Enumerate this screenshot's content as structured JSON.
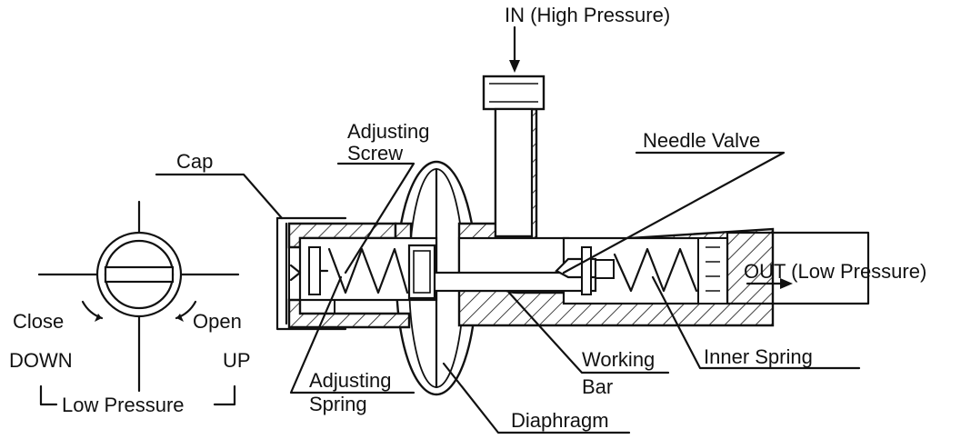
{
  "labels": {
    "inlet": "IN (High Pressure)",
    "outlet": "OUT (Low Pressure)",
    "cap": "Cap",
    "adjusting_screw_line1": "Adjusting",
    "adjusting_screw_line2": "Screw",
    "needle_valve": "Needle Valve",
    "adjusting_spring_line1": "Adjusting",
    "adjusting_spring_line2": "Spring",
    "working_bar_line1": "Working",
    "working_bar_line2": "Bar",
    "inner_spring": "Inner Spring",
    "diaphragm": "Diaphragm",
    "close": "Close",
    "open": "Open",
    "down": "DOWN",
    "up": "UP",
    "low_pressure": "Low Pressure"
  }
}
